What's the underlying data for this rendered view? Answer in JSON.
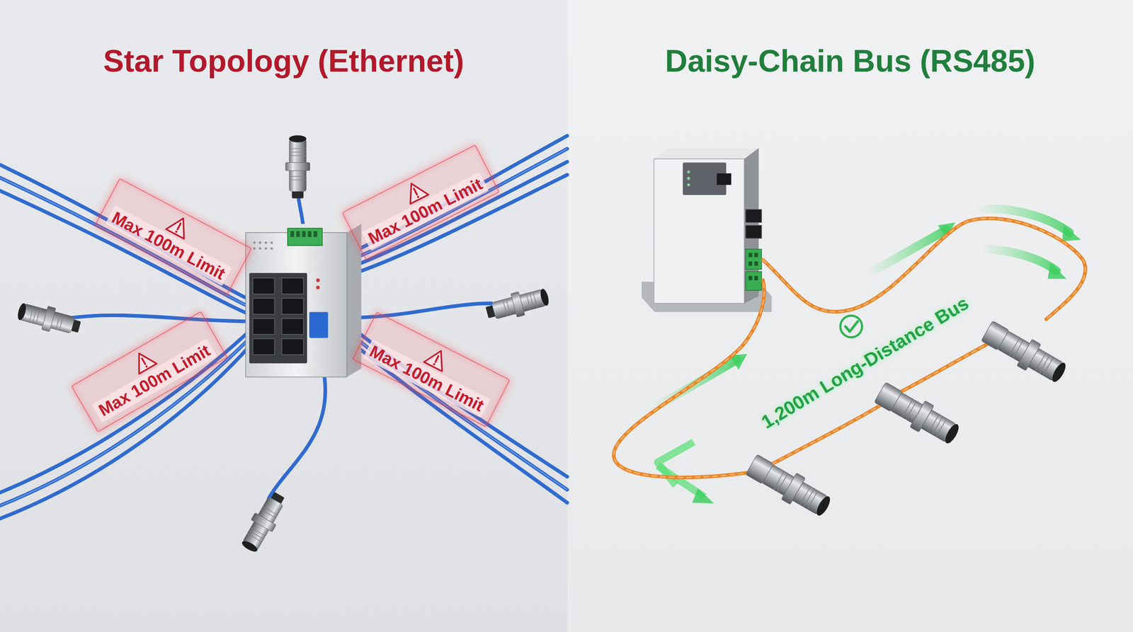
{
  "diagram": {
    "nodes": [
      {
        "text": [
          "Star Topology (Ethernet)"
        ]
      },
      {
        "text": [
          "Daisy-Chain Bus (RS485)"
        ]
      },
      {
        "text": [
          "Max 100m Limit"
        ],
        "in": 0
      },
      {
        "text": [
          "Max 100m Limit"
        ],
        "in": 0
      },
      {
        "text": [
          "Max 100m Limit"
        ],
        "in": 0
      },
      {
        "text": [
          "Max 100m Limit"
        ],
        "in": 0
      }
    ],
    "labels": [
      "1,200m Long-Distance Bus"
    ]
  }
}
